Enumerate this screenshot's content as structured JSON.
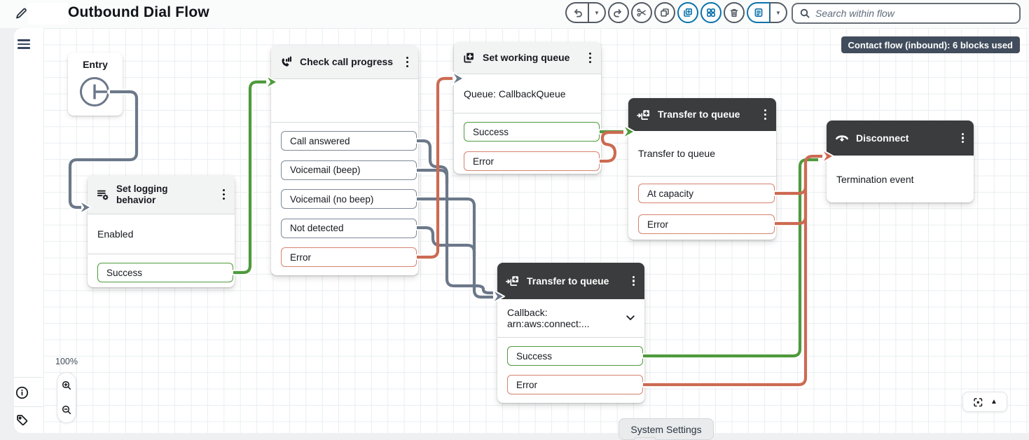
{
  "topbar": {
    "title": "Outbound Dial Flow",
    "search_placeholder": "Search within flow",
    "toolbar_buttons": [
      "undo",
      "undo-menu",
      "redo",
      "cut",
      "copy",
      "paste-new",
      "arrange-blocks",
      "delete",
      "annotations",
      "annotations-menu"
    ]
  },
  "badge": {
    "label": "Contact flow (inbound): 6 blocks used"
  },
  "canvas": {
    "zoom_level": "100%",
    "system_settings_label": "System Settings",
    "zoom_controls": [
      "zoom-in",
      "zoom-out"
    ],
    "corner_controls": [
      "fit-to-screen",
      "collapse"
    ]
  },
  "blocks": {
    "entry": {
      "title": "Entry"
    },
    "set_logging_behavior": {
      "title": "Set logging behavior",
      "body": "Enabled",
      "outputs": [
        {
          "label": "Success",
          "type": "success"
        }
      ]
    },
    "check_call_progress": {
      "title": "Check call progress",
      "body": "",
      "outputs": [
        {
          "label": "Call answered",
          "type": "default"
        },
        {
          "label": "Voicemail (beep)",
          "type": "default"
        },
        {
          "label": "Voicemail (no beep)",
          "type": "default"
        },
        {
          "label": "Not detected",
          "type": "default"
        },
        {
          "label": "Error",
          "type": "error"
        }
      ]
    },
    "set_working_queue": {
      "title": "Set working queue",
      "body": "Queue: CallbackQueue",
      "outputs": [
        {
          "label": "Success",
          "type": "success"
        },
        {
          "label": "Error",
          "type": "error"
        }
      ]
    },
    "transfer_to_queue_top": {
      "title": "Transfer to queue",
      "body": "Transfer to queue",
      "outputs": [
        {
          "label": "At capacity",
          "type": "error"
        },
        {
          "label": "Error",
          "type": "error"
        }
      ]
    },
    "disconnect": {
      "title": "Disconnect",
      "body": "Termination event"
    },
    "transfer_to_queue_bottom": {
      "title": "Transfer to queue",
      "body": "Callback: arn:aws:connect:...",
      "outputs": [
        {
          "label": "Success",
          "type": "success"
        },
        {
          "label": "Error",
          "type": "error"
        }
      ]
    }
  },
  "colors": {
    "success_green": "#4e9a3c",
    "error_red": "#cc6a52",
    "neutral_wire": "#6b7889",
    "accent_blue": "#0972ab",
    "selected_header": "#3b3c3e",
    "badge_bg": "#414d5c"
  }
}
